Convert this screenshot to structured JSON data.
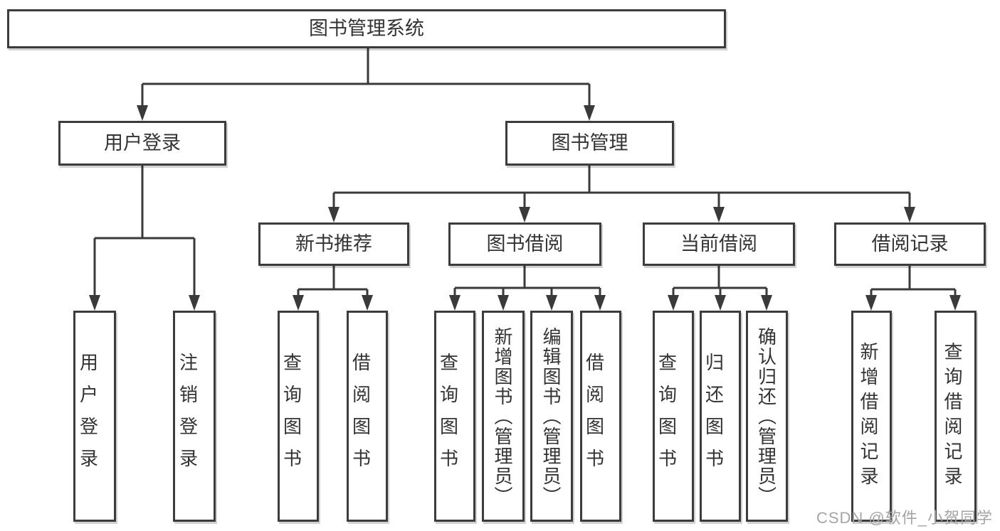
{
  "diagram_title": "图书管理系统",
  "nodes": {
    "root": "图书管理系统",
    "user_login": "用户登录",
    "book_mgmt": "图书管理",
    "new_book_rec": "新书推荐",
    "book_borrow": "图书借阅",
    "current_borrow": "当前借阅",
    "borrow_record": "借阅记录",
    "leaf_user_login": "用户登录",
    "leaf_logout": "注销登录",
    "leaf_query_book_rec": "查询图书",
    "leaf_borrow_book_rec": "借阅图书",
    "leaf_query_book_borrow": "查询图书",
    "leaf_add_book": "新增图书（管理员）",
    "leaf_edit_book": "编辑图书（管理员）",
    "leaf_borrow_book_borrow": "借阅图书",
    "leaf_query_book_current": "查询图书",
    "leaf_return_book": "归还图书",
    "leaf_confirm_return": "确认归还（管理员）",
    "leaf_add_borrow_record": "新增借阅记录",
    "leaf_query_borrow_record": "查询借阅记录"
  },
  "hierarchy": {
    "图书管理系统": {
      "用户登录": [
        "用户登录",
        "注销登录"
      ],
      "图书管理": {
        "新书推荐": [
          "查询图书",
          "借阅图书"
        ],
        "图书借阅": [
          "查询图书",
          "新增图书（管理员）",
          "编辑图书（管理员）",
          "借阅图书"
        ],
        "当前借阅": [
          "查询图书",
          "归还图书",
          "确认归还（管理员）"
        ],
        "借阅记录": [
          "新增借阅记录",
          "查询借阅记录"
        ]
      }
    }
  },
  "watermark": "CSDN @软件_小贺同学",
  "colors": {
    "background": "#ffffff",
    "box_border": "#3c3c3c",
    "connector_line": "#3a3a3a",
    "text": "#333333",
    "watermark": "#a5a5a5"
  }
}
